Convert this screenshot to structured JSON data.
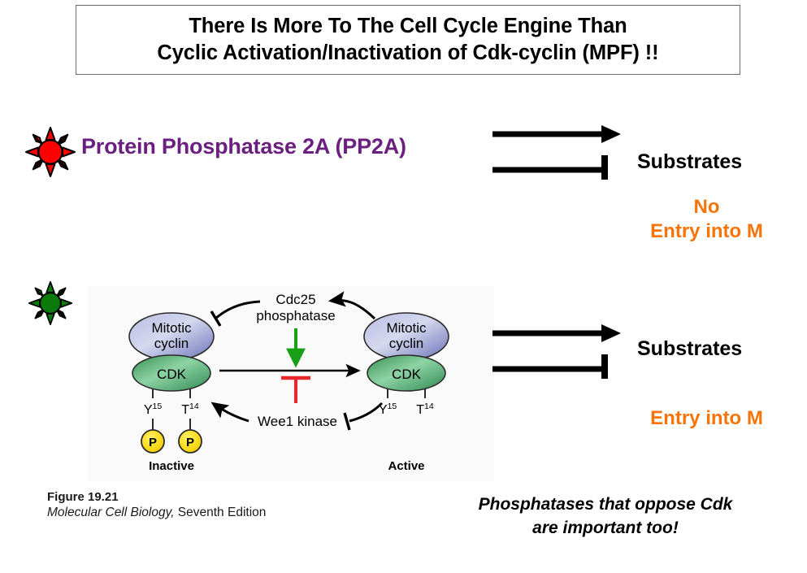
{
  "slide": {
    "title": {
      "line1": "There Is More To The Cell Cycle Engine Than",
      "line2": "Cyclic Activation/Inactivation of Cdk-cyclin (MPF) !!"
    },
    "colors": {
      "title_text": "#000000",
      "pp2a_purple": "#6b2080",
      "orange_accent": "#f97408",
      "sun_red": "#ff0000",
      "sun_green": "#0a7a0a",
      "cyclin_blue": "#8c93cf",
      "cdk_green": "#3fa566",
      "phosphate_yellow": "#fcdc1e",
      "inhibit_red": "#e8262b",
      "activate_green": "#18a018"
    }
  },
  "row_inactive": {
    "icon": "red-sun-icon",
    "heading": "Protein Phosphatase 2A (PP2A)",
    "arrow_activate": "activation-arrow",
    "arrow_inhibit": "inhibition-bar",
    "substrates_label": "Substrates",
    "outcome_line1": "No",
    "outcome_line2": "Entry into M"
  },
  "row_active": {
    "icon": "green-sun-icon",
    "arrow_activate": "activation-arrow",
    "arrow_inhibit": "inhibition-bar",
    "substrates_label": "Substrates",
    "outcome_line1": "Entry into M"
  },
  "figure": {
    "left_complex": {
      "cyclin_line1": "Mitotic",
      "cyclin_line2": "cyclin",
      "cdk_label": "CDK",
      "residue_left": "Y",
      "residue_left_sup": "15",
      "residue_right": "T",
      "residue_right_sup": "14",
      "phosphate_left": "P",
      "phosphate_right": "P",
      "state_label": "Inactive"
    },
    "right_complex": {
      "cyclin_line1": "Mitotic",
      "cyclin_line2": "cyclin",
      "cdk_label": "CDK",
      "residue_left": "Y",
      "residue_left_sup": "15",
      "residue_right": "T",
      "residue_right_sup": "14",
      "state_label": "Active"
    },
    "regulator_top_line1": "Cdc25",
    "regulator_top_line2": "phosphatase",
    "regulator_bottom": "Wee1 kinase",
    "caption_number": "Figure 19.21",
    "caption_book": "Molecular Cell Biology,",
    "caption_edition": " Seventh Edition"
  },
  "note": {
    "line1": "Phosphatases that oppose Cdk",
    "line2": "are important too!"
  }
}
